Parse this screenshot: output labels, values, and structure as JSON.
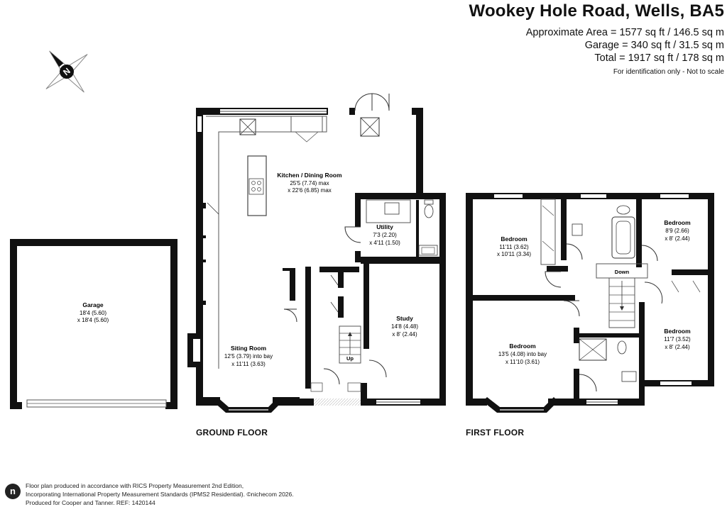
{
  "header": {
    "title": "Wookey Hole Road, Wells, BA5",
    "area_lines": [
      "Approximate Area = 1577 sq ft / 146.5 sq m",
      "Garage = 340 sq ft / 31.5 sq m",
      "Total = 1917 sq ft / 178 sq m"
    ],
    "disclaimer": "For identification only - Not to scale"
  },
  "compass": {
    "label": "N",
    "icon": "compass-rose-icon"
  },
  "floors": {
    "ground": "GROUND FLOOR",
    "first": "FIRST FLOOR"
  },
  "rooms": {
    "garage": {
      "name": "Garage",
      "dim1": "18'4 (5.60)",
      "dim2": "x 18'4 (5.60)"
    },
    "kitchen": {
      "name": "Kitchen / Dining Room",
      "dim1": "25'5 (7.74) max",
      "dim2": "x 22'6 (6.85) max"
    },
    "utility": {
      "name": "Utility",
      "dim1": "7'3 (2.20)",
      "dim2": "x 4'11 (1.50)"
    },
    "study": {
      "name": "Study",
      "dim1": "14'8 (4.48)",
      "dim2": "x 8' (2.44)"
    },
    "sitting": {
      "name": "Siting Room",
      "dim1": "12'5 (3.79) into bay",
      "dim2": "x 11'11 (3.63)"
    },
    "bedroom_nw": {
      "name": "Bedroom",
      "dim1": "11'11 (3.62)",
      "dim2": "x 10'11 (3.34)"
    },
    "bedroom_ne": {
      "name": "Bedroom",
      "dim1": "8'9 (2.66)",
      "dim2": "x 8' (2.44)"
    },
    "bedroom_sw": {
      "name": "Bedroom",
      "dim1": "13'5 (4.08) into bay",
      "dim2": "x 11'10 (3.61)"
    },
    "bedroom_se": {
      "name": "Bedroom",
      "dim1": "11'7 (3.52)",
      "dim2": "x 8' (2.44)"
    }
  },
  "stairs": {
    "up": "Up",
    "down": "Down"
  },
  "footer": {
    "line1": "Floor plan produced in accordance with RICS Property Measurement 2nd Edition,",
    "line2": "Incorporating International Property Measurement Standards (IPMS2 Residential).  ©nichecom 2026.",
    "line3": "Produced for Cooper and Tanner.   REF: 1420144",
    "logo": "n"
  }
}
